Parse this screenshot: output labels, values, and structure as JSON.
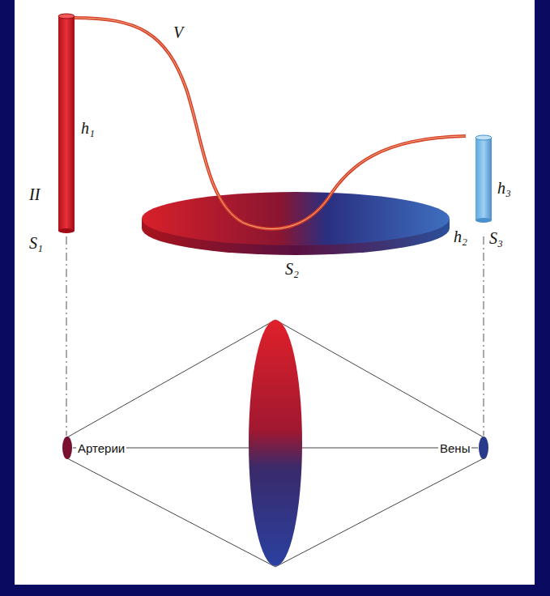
{
  "diagram": {
    "labels": [
      "V",
      "h₁",
      "II",
      "S₁",
      "h₂",
      "S₂",
      "h₃",
      "S₃",
      "Артерии",
      "Вены"
    ]
  }
}
